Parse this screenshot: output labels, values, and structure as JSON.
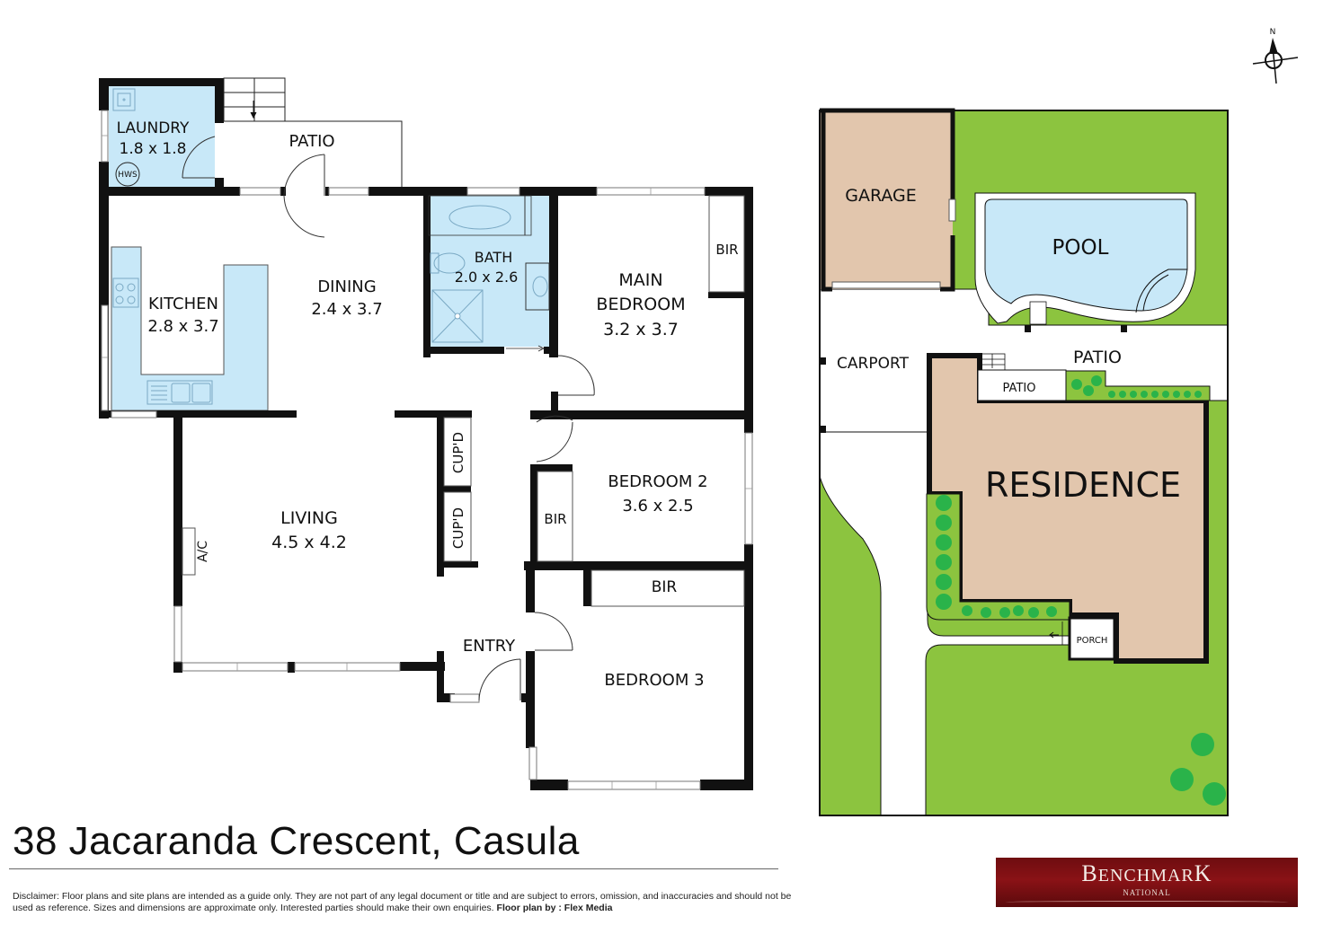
{
  "title": "38 Jacaranda Crescent, Casula",
  "disclaimer": {
    "text": "Disclaimer: Floor plans and site plans are intended as a guide only. They are not part of any legal document or title and are subject to errors, omission, and inaccuracies and should not be used as reference. Sizes and dimensions are approximate only. Interested parties should make their own enquiries.",
    "credit": "Floor plan by : Flex Media"
  },
  "logo": {
    "name_first": "B",
    "name_rest": "ENCHMAR",
    "name_last": "K",
    "subtitle": "NATIONAL"
  },
  "compass": {
    "label": "N"
  },
  "colors": {
    "wet_area": "#c8e8f8",
    "building": "#e2c6ad",
    "lawn": "#8cc43f",
    "shrub": "#2ab34a",
    "pool": "#c8e8f8",
    "wall": "#111111"
  },
  "floor_plan": {
    "rooms": {
      "laundry": {
        "name": "LAUNDRY",
        "size": "1.8 x 1.8",
        "fixture": "HWS"
      },
      "patio": {
        "name": "PATIO"
      },
      "kitchen": {
        "name": "KITCHEN",
        "size": "2.8 x 3.7"
      },
      "dining": {
        "name": "DINING",
        "size": "2.4 x 3.7"
      },
      "bath": {
        "name": "BATH",
        "size": "2.0 x 2.6"
      },
      "main_bedroom": {
        "name_line1": "MAIN",
        "name_line2": "BEDROOM",
        "size": "3.2 x 3.7"
      },
      "main_bir": {
        "name": "BIR"
      },
      "living": {
        "name": "LIVING",
        "size": "4.5 x 4.2",
        "fixture": "A/C"
      },
      "cupd_1": {
        "name": "CUP'D"
      },
      "cupd_2": {
        "name": "CUP'D"
      },
      "bedroom2": {
        "name": "BEDROOM 2",
        "size": "3.6 x 2.5"
      },
      "bed2_bir": {
        "name": "BIR"
      },
      "bed3_bir": {
        "name": "BIR"
      },
      "entry": {
        "name": "ENTRY"
      },
      "bedroom3": {
        "name": "BEDROOM 3"
      }
    }
  },
  "site_plan": {
    "garage": "GARAGE",
    "pool": "POOL",
    "carport": "CARPORT",
    "patio_main": "PATIO",
    "patio_small": "PATIO",
    "residence": "RESIDENCE",
    "porch": "PORCH"
  }
}
